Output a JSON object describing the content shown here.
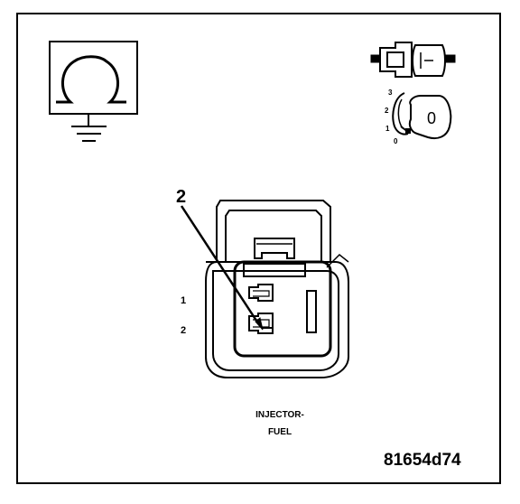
{
  "figure": {
    "callout_number": "2",
    "pin_labels": [
      "1",
      "2"
    ],
    "connector_name_line1": "INJECTOR-",
    "connector_name_line2": "FUEL",
    "figure_id": "81654d74"
  },
  "ignition_key": {
    "positions": [
      "3",
      "2",
      "1",
      "0"
    ],
    "key_label": "0"
  },
  "icons": {
    "ohm_ground_symbol": "ohmmeter-ground-icon",
    "disconnected_connector": "connector-disconnected-icon",
    "ignition_switch": "ignition-key-off-icon"
  },
  "colors": {
    "line": "#000000",
    "background": "#ffffff"
  }
}
